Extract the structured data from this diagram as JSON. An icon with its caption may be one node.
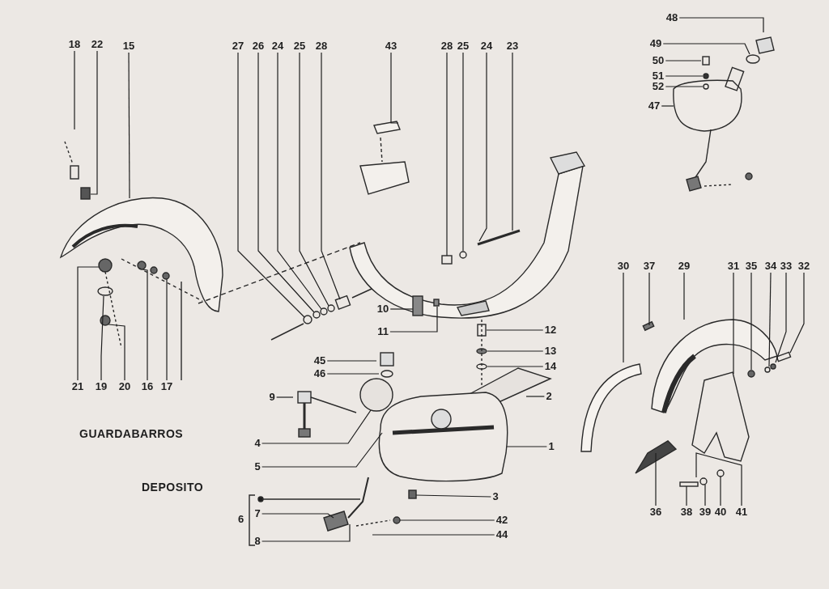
{
  "diagram": {
    "nodes": [
      {
        "text": [
          "18"
        ]
      },
      {
        "text": [
          "22"
        ]
      },
      {
        "text": [
          "15"
        ]
      },
      {
        "text": [
          "27"
        ]
      },
      {
        "text": [
          "26"
        ]
      },
      {
        "text": [
          "24"
        ]
      },
      {
        "text": [
          "25"
        ]
      },
      {
        "text": [
          "28"
        ]
      },
      {
        "text": [
          "43"
        ]
      },
      {
        "text": [
          "28"
        ]
      },
      {
        "text": [
          "25"
        ]
      },
      {
        "text": [
          "24"
        ]
      },
      {
        "text": [
          "23"
        ]
      },
      {
        "text": [
          "48"
        ]
      },
      {
        "text": [
          "49"
        ]
      },
      {
        "text": [
          "50"
        ]
      },
      {
        "text": [
          "51"
        ]
      },
      {
        "text": [
          "52"
        ]
      },
      {
        "text": [
          "47"
        ]
      },
      {
        "text": [
          "30"
        ]
      },
      {
        "text": [
          "37"
        ]
      },
      {
        "text": [
          "29"
        ]
      },
      {
        "text": [
          "31"
        ]
      },
      {
        "text": [
          "35"
        ]
      },
      {
        "text": [
          "34"
        ]
      },
      {
        "text": [
          "33"
        ]
      },
      {
        "text": [
          "32"
        ]
      },
      {
        "text": [
          "10"
        ]
      },
      {
        "text": [
          "11"
        ]
      },
      {
        "text": [
          "12"
        ]
      },
      {
        "text": [
          "13"
        ]
      },
      {
        "text": [
          "14"
        ]
      },
      {
        "text": [
          "45"
        ]
      },
      {
        "text": [
          "46"
        ]
      },
      {
        "text": [
          "9"
        ]
      },
      {
        "text": [
          "2"
        ]
      },
      {
        "text": [
          "21"
        ]
      },
      {
        "text": [
          "19"
        ]
      },
      {
        "text": [
          "20"
        ]
      },
      {
        "text": [
          "16"
        ]
      },
      {
        "text": [
          "17"
        ]
      },
      {
        "text": [
          "4"
        ]
      },
      {
        "text": [
          "1"
        ]
      },
      {
        "text": [
          "5"
        ]
      },
      {
        "text": [
          "3"
        ]
      },
      {
        "text": [
          "7"
        ]
      },
      {
        "text": [
          "42"
        ]
      },
      {
        "text": [
          "44"
        ]
      },
      {
        "text": [
          "8"
        ]
      },
      {
        "text": [
          "36"
        ]
      },
      {
        "text": [
          "38"
        ]
      },
      {
        "text": [
          "39"
        ]
      },
      {
        "text": [
          "40"
        ]
      },
      {
        "text": [
          "41"
        ]
      }
    ],
    "edges": [
      {
        "from": 0,
        "to": null,
        "arrow": "none"
      },
      {
        "from": 1,
        "to": null,
        "arrow": "none"
      },
      {
        "from": 2,
        "to": null,
        "arrow": "none"
      },
      {
        "from": 3,
        "to": null,
        "arrow": "none"
      },
      {
        "from": 4,
        "to": null,
        "arrow": "none"
      },
      {
        "from": 5,
        "to": null,
        "arrow": "none"
      },
      {
        "from": 6,
        "to": null,
        "arrow": "none"
      },
      {
        "from": 7,
        "to": null,
        "arrow": "none"
      },
      {
        "from": 8,
        "to": null,
        "arrow": "none"
      },
      {
        "from": 9,
        "to": null,
        "arrow": "none"
      },
      {
        "from": 10,
        "to": null,
        "arrow": "none"
      },
      {
        "from": 11,
        "to": null,
        "arrow": "none"
      },
      {
        "from": 12,
        "to": null,
        "arrow": "none"
      },
      {
        "from": 13,
        "to": null,
        "arrow": "none"
      },
      {
        "from": 14,
        "to": null,
        "arrow": "none"
      },
      {
        "from": 15,
        "to": null,
        "arrow": "none"
      },
      {
        "from": 16,
        "to": null,
        "arrow": "none"
      },
      {
        "from": 17,
        "to": null,
        "arrow": "none"
      },
      {
        "from": 18,
        "to": null,
        "arrow": "none"
      },
      {
        "from": 19,
        "to": null,
        "arrow": "none"
      },
      {
        "from": 20,
        "to": null,
        "arrow": "none"
      },
      {
        "from": 21,
        "to": null,
        "arrow": "none"
      },
      {
        "from": 22,
        "to": null,
        "arrow": "none"
      },
      {
        "from": 23,
        "to": null,
        "arrow": "none"
      },
      {
        "from": 24,
        "to": null,
        "arrow": "none"
      },
      {
        "from": 25,
        "to": null,
        "arrow": "none"
      },
      {
        "from": 26,
        "to": null,
        "arrow": "none"
      },
      {
        "from": 27,
        "to": null,
        "arrow": "none"
      },
      {
        "from": 28,
        "to": null,
        "arrow": "none"
      },
      {
        "from": 29,
        "to": null,
        "arrow": "none"
      },
      {
        "from": 30,
        "to": null,
        "arrow": "none"
      },
      {
        "from": 31,
        "to": null,
        "arrow": "none"
      },
      {
        "from": 32,
        "to": null,
        "arrow": "none"
      },
      {
        "from": 33,
        "to": null,
        "arrow": "none"
      },
      {
        "from": 34,
        "to": null,
        "arrow": "none"
      },
      {
        "from": 35,
        "to": null,
        "arrow": "none"
      },
      {
        "from": 36,
        "to": null,
        "arrow": "none"
      },
      {
        "from": 37,
        "to": null,
        "arrow": "none"
      },
      {
        "from": 38,
        "to": null,
        "arrow": "none"
      },
      {
        "from": 39,
        "to": null,
        "arrow": "none"
      },
      {
        "from": 40,
        "to": null,
        "arrow": "none"
      },
      {
        "from": 41,
        "to": null,
        "arrow": "none"
      },
      {
        "from": 42,
        "to": null,
        "arrow": "none"
      },
      {
        "from": 43,
        "to": null,
        "arrow": "none"
      },
      {
        "from": 44,
        "to": null,
        "arrow": "none"
      },
      {
        "from": 45,
        "to": null,
        "arrow": "none"
      },
      {
        "from": 46,
        "to": null,
        "arrow": "none"
      },
      {
        "from": 47,
        "to": null,
        "arrow": "none"
      },
      {
        "from": 48,
        "to": null,
        "arrow": "none"
      },
      {
        "from": 49,
        "to": null,
        "arrow": "none"
      },
      {
        "from": 50,
        "to": null,
        "arrow": "none"
      },
      {
        "from": 51,
        "to": null,
        "arrow": "none"
      },
      {
        "from": 52,
        "to": null,
        "arrow": "none"
      },
      {
        "from": 53,
        "to": null,
        "arrow": "none"
      }
    ],
    "labels": [
      "GUARDABARROS",
      "DEPOSITO",
      "6"
    ]
  }
}
